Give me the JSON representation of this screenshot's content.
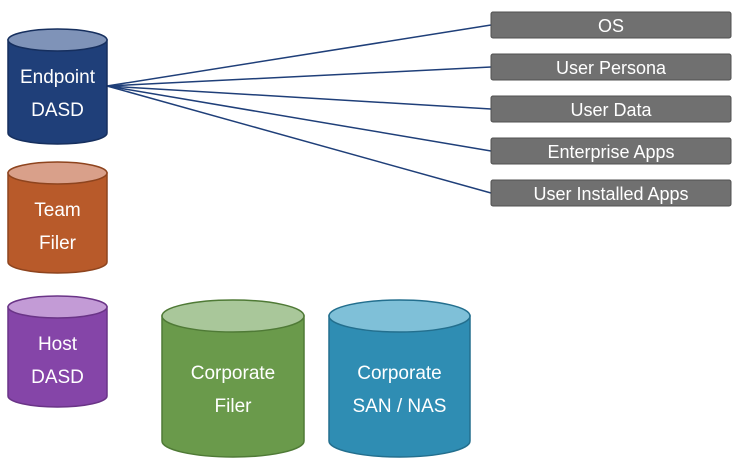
{
  "colors": {
    "endpoint": {
      "body": "#1f3f79",
      "top": "#7f93b8",
      "stroke": "#162f5e"
    },
    "team": {
      "body": "#b85a2a",
      "top": "#d9a08a",
      "stroke": "#8e441e"
    },
    "host": {
      "body": "#8545a8",
      "top": "#c39bd6",
      "stroke": "#6a3487"
    },
    "corp_filer": {
      "body": "#6a9a4b",
      "top": "#a9c79a",
      "stroke": "#4f7a36"
    },
    "corp_san": {
      "body": "#2f8db3",
      "top": "#7fc0d8",
      "stroke": "#236f8e"
    },
    "box_fill": "#707070",
    "box_stroke": "#505050",
    "connector": "#1f3f79"
  },
  "cylinders": {
    "endpoint": {
      "line1": "Endpoint",
      "line2": "DASD"
    },
    "team": {
      "line1": "Team",
      "line2": "Filer"
    },
    "host": {
      "line1": "Host",
      "line2": "DASD"
    },
    "corp_filer": {
      "line1": "Corporate",
      "line2": "Filer"
    },
    "corp_san": {
      "line1": "Corporate",
      "line2": "SAN / NAS"
    }
  },
  "data_boxes": [
    {
      "label": "OS"
    },
    {
      "label": "User Persona"
    },
    {
      "label": "User Data"
    },
    {
      "label": "Enterprise Apps"
    },
    {
      "label": "User Installed Apps"
    }
  ]
}
